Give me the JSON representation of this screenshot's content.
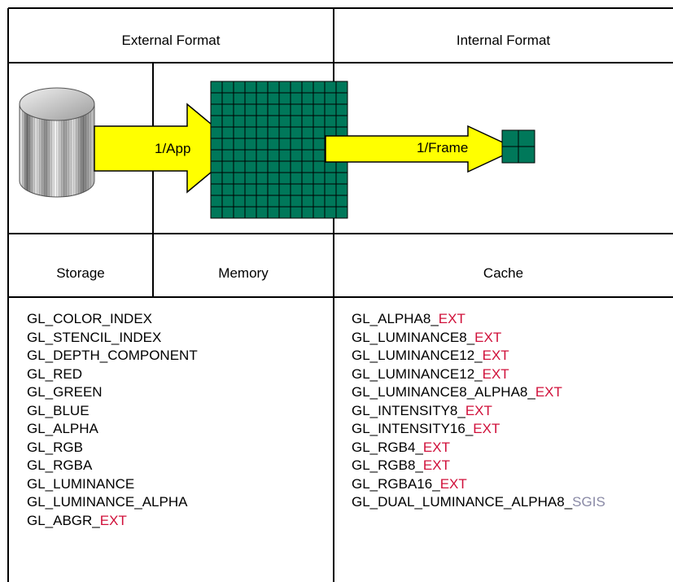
{
  "colors": {
    "arrow_fill": "#ffff00",
    "grid_fill": "#00785a",
    "ext_suffix": "#d0103a",
    "sgis_suffix": "#8a8aa6",
    "border": "#000000"
  },
  "headers": {
    "external_format": "External Format",
    "internal_format": "Internal Format"
  },
  "diagram": {
    "arrow_app_label": "1/App",
    "arrow_frame_label": "1/Frame",
    "storage_icon": "disk-cylinder-icon",
    "memory_grid": {
      "rows": 12,
      "cols": 12
    },
    "cache_grid": {
      "rows": 2,
      "cols": 2
    }
  },
  "sublabels": {
    "storage": "Storage",
    "memory": "Memory",
    "cache": "Cache"
  },
  "external_formats": [
    {
      "base": "GL_COLOR_INDEX",
      "suffix": ""
    },
    {
      "base": "GL_STENCIL_INDEX",
      "suffix": ""
    },
    {
      "base": "GL_DEPTH_COMPONENT",
      "suffix": ""
    },
    {
      "base": "GL_RED",
      "suffix": ""
    },
    {
      "base": "GL_GREEN",
      "suffix": ""
    },
    {
      "base": "GL_BLUE",
      "suffix": ""
    },
    {
      "base": "GL_ALPHA",
      "suffix": ""
    },
    {
      "base": "GL_RGB",
      "suffix": ""
    },
    {
      "base": "GL_RGBA",
      "suffix": ""
    },
    {
      "base": "GL_LUMINANCE",
      "suffix": ""
    },
    {
      "base": "GL_LUMINANCE_ALPHA",
      "suffix": ""
    },
    {
      "base": "GL_ABGR_",
      "suffix": "EXT"
    }
  ],
  "internal_formats": [
    {
      "base": "GL_ALPHA8_",
      "suffix": "EXT"
    },
    {
      "base": "GL_LUMINANCE8_",
      "suffix": "EXT"
    },
    {
      "base": "GL_LUMINANCE12_",
      "suffix": "EXT"
    },
    {
      "base": "GL_LUMINANCE12_",
      "suffix": "EXT"
    },
    {
      "base": "GL_LUMINANCE8_ALPHA8_",
      "suffix": "EXT"
    },
    {
      "base": "GL_INTENSITY8_",
      "suffix": "EXT"
    },
    {
      "base": "GL_INTENSITY16_",
      "suffix": "EXT"
    },
    {
      "base": "GL_RGB4_",
      "suffix": "EXT"
    },
    {
      "base": "GL_RGB8_",
      "suffix": "EXT"
    },
    {
      "base": "GL_RGBA16_",
      "suffix": "EXT"
    },
    {
      "base": "GL_DUAL_LUMINANCE_ALPHA8_",
      "suffix": "SGIS"
    }
  ]
}
